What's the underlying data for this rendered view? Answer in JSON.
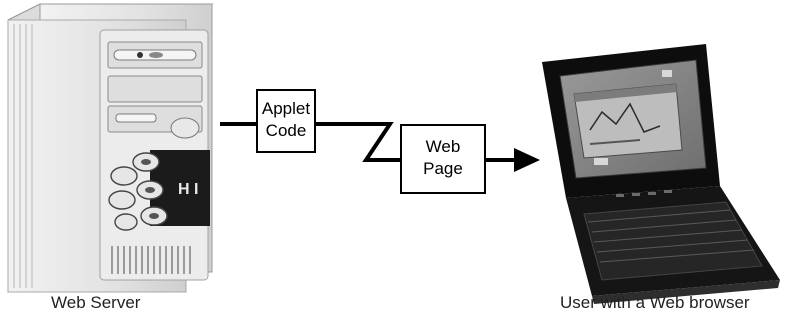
{
  "diagram": {
    "applet_box": {
      "line1": "Applet",
      "line2": "Code"
    },
    "webpage_box": {
      "line1": "Web",
      "line2": "Page"
    },
    "server_caption": "Web Server",
    "client_caption": "User with a Web browser",
    "server_panel_text": "H I"
  }
}
